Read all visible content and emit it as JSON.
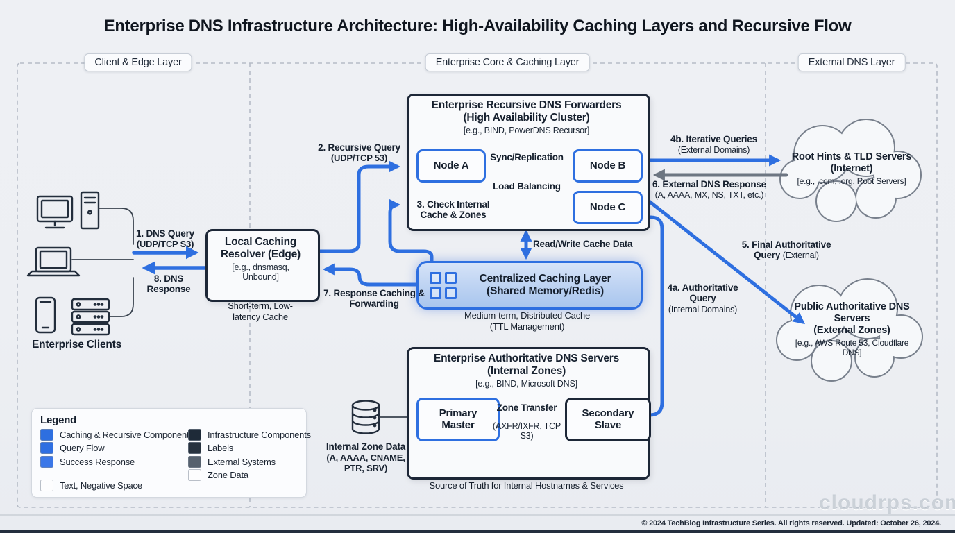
{
  "title": "Enterprise DNS Infrastructure Architecture: High-Availability Caching Layers and Recursive Flow",
  "layer_badges": {
    "client": "Client & Edge Layer",
    "core": "Enterprise Core & Caching Layer",
    "external": "External DNS Layer"
  },
  "clients": {
    "label": "Enterprise Clients"
  },
  "resolver": {
    "title": "Local Caching Resolver (Edge)",
    "tech": "[e.g., dnsmasq, Unbound]",
    "caption": "Short-term, Low-latency Cache"
  },
  "forwarders": {
    "title": "Enterprise Recursive DNS Forwarders",
    "subtitle": "(High Availability Cluster)",
    "tech": "[e.g., BIND, PowerDNS Recursor]",
    "node_a": "Node A",
    "node_b": "Node B",
    "node_c": "Node C"
  },
  "caching_layer": {
    "title": "Centralized Caching Layer",
    "subtitle": "(Shared Memory/Redis)",
    "caption": "Medium-term, Distributed Cache (TTL Management)"
  },
  "authoritative": {
    "title": "Enterprise Authoritative DNS Servers",
    "subtitle": "(Internal Zones)",
    "tech": "[e.g., BIND, Microsoft DNS]",
    "primary": "Primary Master",
    "secondary": "Secondary Slave",
    "caption": "Source of Truth for Internal Hostnames & Services"
  },
  "zone_data": {
    "title": "Internal Zone Data",
    "subtitle": "(A, AAAA, CNAME, PTR, SRV)"
  },
  "clouds": {
    "root": {
      "title": "Root Hints & TLD Servers",
      "subtitle": "(Internet)",
      "tech": "[e.g., .com, .org, Root Servers]"
    },
    "public": {
      "title": "Public Authoritative DNS Servers",
      "subtitle": "(External Zones)",
      "tech": "[e.g., AWS Route 53, Cioudflare DNS]"
    }
  },
  "flows": {
    "dns_query": {
      "main": "1. DNS Query",
      "sub": "(UDP/TCP S3)"
    },
    "recursive_query": {
      "main": "2. Recursive Query",
      "sub": "(UDP/TCP 53)"
    },
    "check_cache": {
      "main": "3. Check Internal Cache & Zones"
    },
    "authoritative_internal": {
      "main": "4a. Authoritative Query",
      "sub": "(Internal Domains)"
    },
    "iterative": {
      "main": "4b. Iterative Queries",
      "sub": "(External Domains)"
    },
    "final_authoritative": {
      "main": "5. Final Authoritative Query",
      "sub": "(External)"
    },
    "external_response": {
      "main": "6. External DNS Response",
      "sub": "(A, AAAA, MX, NS, TXT, etc.)"
    },
    "response_caching": {
      "main": "7. Response Caching & Forwarding"
    },
    "dns_response": {
      "main": "8. DNS Response"
    },
    "read_write": {
      "main": "Read/Write Cache Data"
    },
    "sync": {
      "main": "Sync/Replication"
    },
    "load_balancing": {
      "main": "Load Balancing"
    },
    "zone_transfer": {
      "main": "Zone Transfer",
      "sub": "(AXFR/IXFR, TCP S3)"
    }
  },
  "legend": {
    "title": "Legend",
    "left": [
      {
        "label": "Caching & Recursive Components",
        "color": "#2e6fe0"
      },
      {
        "label": "Query Flow",
        "color": "#2f6fe2"
      },
      {
        "label": "Success Response",
        "color": "#3b77e8"
      },
      {
        "label": "Text, Negative Space",
        "color": "#fdfdfe"
      }
    ],
    "right": [
      {
        "label": "Infrastructure Components",
        "color": "#1e2a38"
      },
      {
        "label": "Labels",
        "color": "#27323f"
      },
      {
        "label": "External Systems",
        "color": "#56616e"
      },
      {
        "label": "Zone Data",
        "color": "#fdfdfe"
      }
    ]
  },
  "icons": {
    "clients": [
      "desktop-icon",
      "tower-pc-icon",
      "laptop-icon",
      "smartphone-icon",
      "server-rack-icon"
    ],
    "cache": "cache-grid-icon",
    "zone_data": "database-icon",
    "external": "cloud-shape"
  },
  "colors": {
    "accent_blue": "#2e6fe0",
    "dark_navy": "#1d2737",
    "arrow_gray": "#6d7682"
  },
  "watermark": "cloudrps.com",
  "footer": "© 2024 TechBlog Infrastructure Series. All rights reserved. Updated: October 26, 2024."
}
